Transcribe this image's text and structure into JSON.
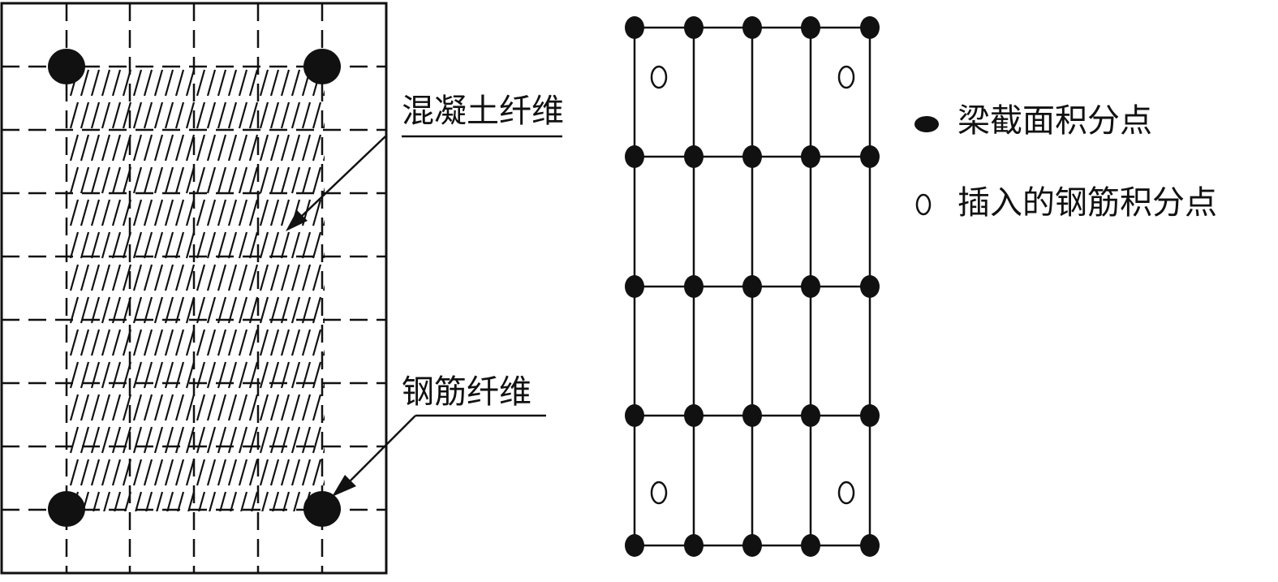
{
  "left_figure": {
    "labels": {
      "concrete_fiber": "混凝土纤维",
      "rebar_fiber": "钢筋纤维"
    }
  },
  "legend": {
    "items": [
      {
        "symbol": "filled-dot",
        "label": "梁截面积分点"
      },
      {
        "symbol": "hollow-circle",
        "label": "插入的钢筋积分点"
      }
    ]
  },
  "colors": {
    "ink": "#111111",
    "background": "#ffffff"
  }
}
